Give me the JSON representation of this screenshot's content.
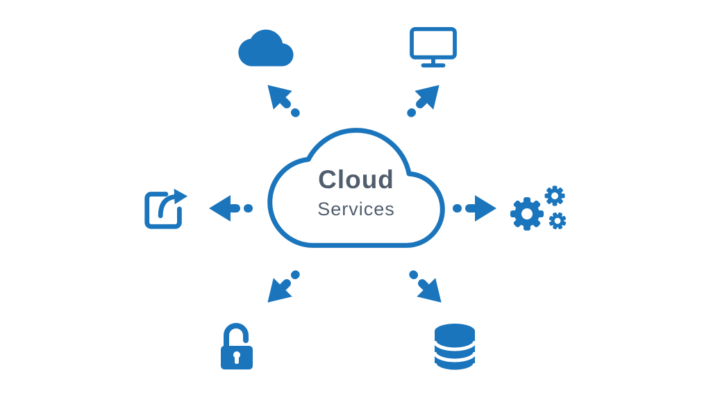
{
  "title": {
    "line1": "Cloud",
    "line2": "Services"
  },
  "colors": {
    "primary": "#1b75bc",
    "text": "#505d6d",
    "background": "#ffffff"
  },
  "center_node": {
    "shape": "cloud-outline",
    "label": "Cloud Services"
  },
  "nodes": [
    {
      "name": "cloud",
      "icon": "cloud-icon",
      "position": "top-left"
    },
    {
      "name": "monitor",
      "icon": "monitor-icon",
      "position": "top-right"
    },
    {
      "name": "share",
      "icon": "share-icon",
      "position": "left"
    },
    {
      "name": "gears",
      "icon": "gears-icon",
      "position": "right"
    },
    {
      "name": "unlock",
      "icon": "unlock-icon",
      "position": "bottom-left"
    },
    {
      "name": "database",
      "icon": "database-icon",
      "position": "bottom-right"
    }
  ],
  "arrows": [
    "up-left",
    "up-right",
    "left",
    "right",
    "down-left",
    "down-right"
  ]
}
